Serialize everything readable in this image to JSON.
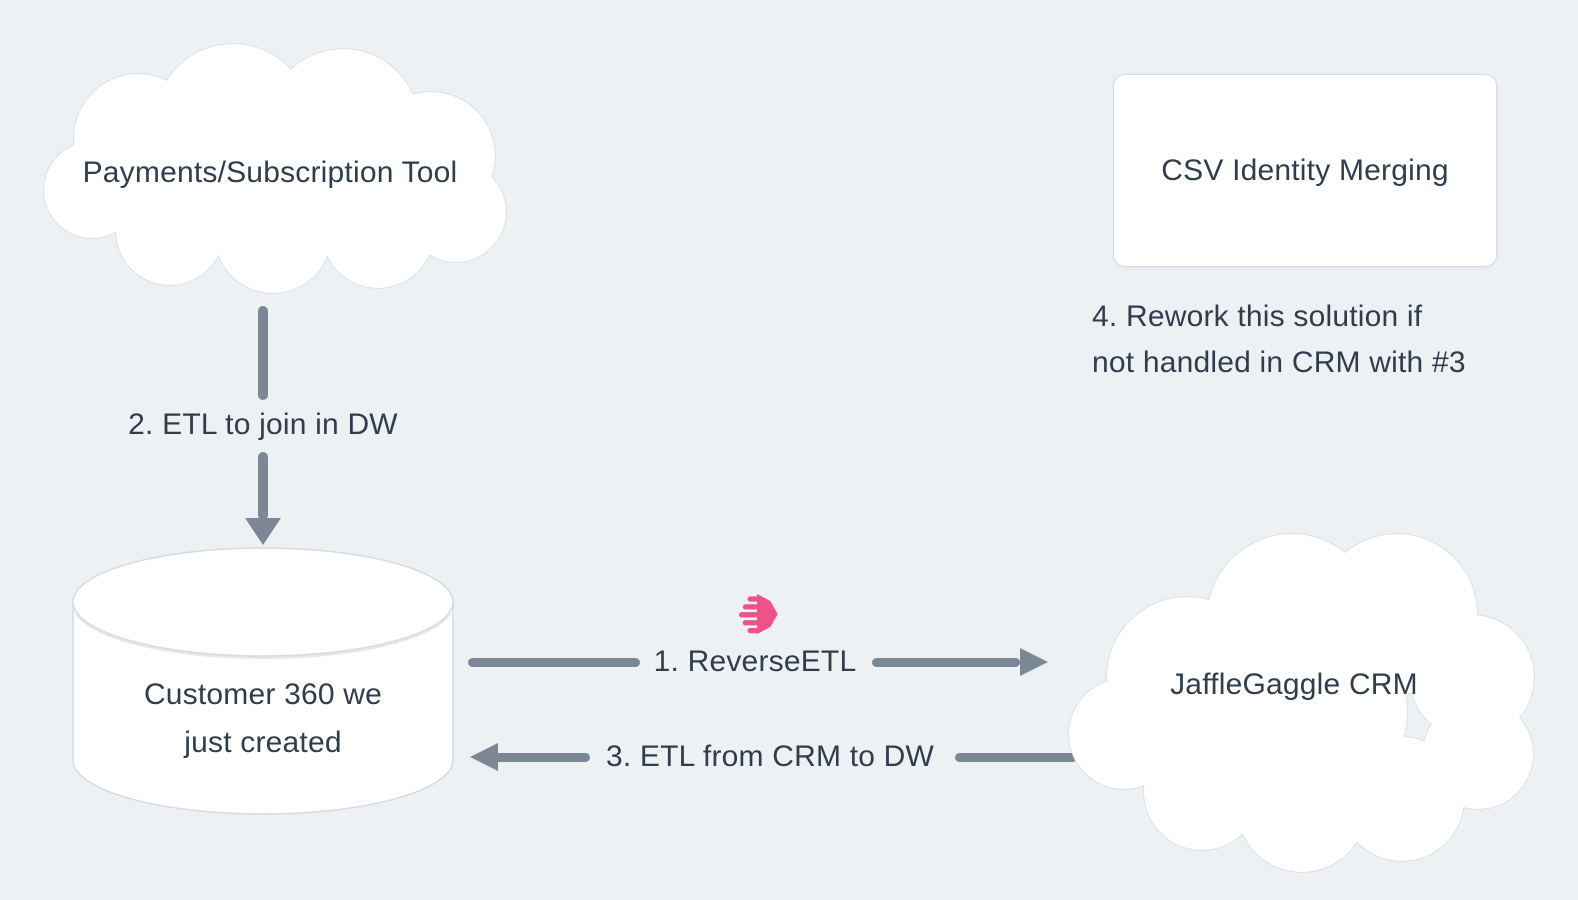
{
  "colors": {
    "background": "#edf1f4",
    "shape_fill": "#ffffff",
    "shape_border": "#d5dbe2",
    "text": "#2f3d4c",
    "arrow": "#7b8794",
    "accent_pink": "#ee5288"
  },
  "nodes": {
    "payments_cloud": {
      "shape": "cloud",
      "label": "Payments/Subscription Tool"
    },
    "csv_identity_box": {
      "shape": "rectangle",
      "label": "CSV Identity Merging"
    },
    "customer360_cylinder": {
      "shape": "cylinder",
      "label_line1": "Customer 360 we",
      "label_line2": "just created"
    },
    "jafflegaggle_cloud": {
      "shape": "cloud",
      "label": "JaffleGaggle CRM"
    }
  },
  "edges": {
    "reverse_etl": {
      "label": "1. ReverseETL",
      "from": "customer360_cylinder",
      "to": "jafflegaggle_cloud",
      "icon": "census-logo"
    },
    "etl_to_join": {
      "label": "2. ETL to join in DW",
      "from": "payments_cloud",
      "to": "customer360_cylinder"
    },
    "etl_from_crm": {
      "label": "3. ETL from CRM to DW",
      "from": "jafflegaggle_cloud",
      "to": "customer360_cylinder"
    }
  },
  "annotations": {
    "rework_note_line1": "4. Rework this solution if",
    "rework_note_line2": "not handled in CRM with #3"
  },
  "icons": {
    "reverse_etl_icon": "census-logo"
  }
}
